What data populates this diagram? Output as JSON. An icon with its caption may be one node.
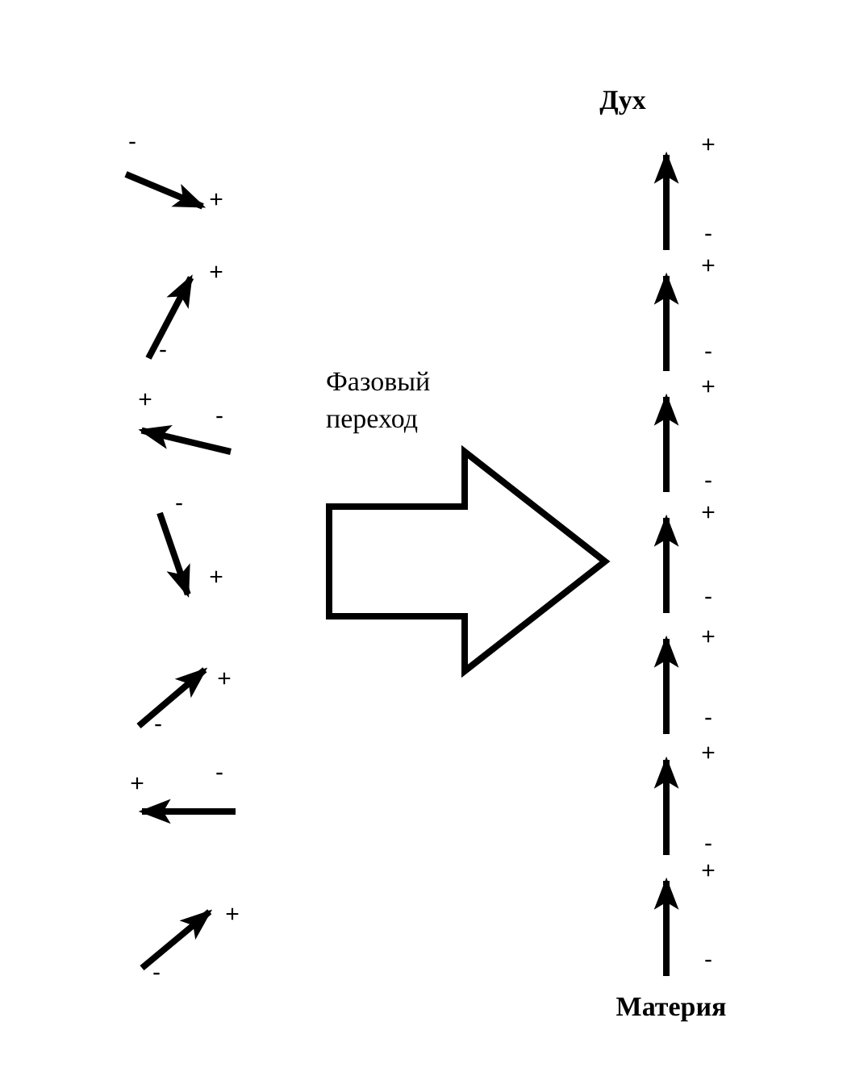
{
  "diagram": {
    "labels": [
      "-",
      "+",
      "+",
      "-",
      "+",
      "-",
      "-",
      "+",
      "+",
      "-",
      "+",
      "-",
      "+",
      "-",
      "Фазовый переход",
      "Дух",
      "+",
      "-",
      "+",
      "-",
      "+",
      "-",
      "+",
      "-",
      "+",
      "-",
      "+",
      "-",
      "+",
      "-",
      "Материя"
    ]
  }
}
